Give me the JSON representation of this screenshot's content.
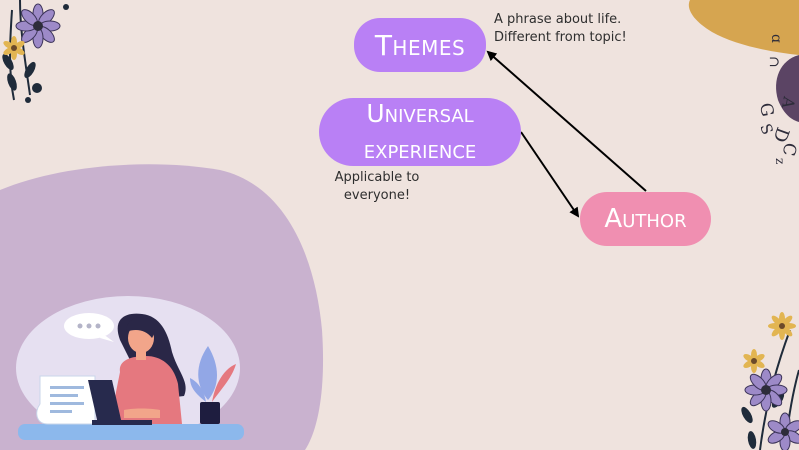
{
  "slide": {
    "colors": {
      "background": "#efe3de",
      "purple_pill": "#b980f5",
      "pink_pill": "#f08fb1",
      "lavender_blob": "#c9b2cf",
      "gold_blob": "#d6a550",
      "arrow": "#000000"
    },
    "themes_pill": {
      "label": "Themes"
    },
    "universal_pill": {
      "line1": "Universal",
      "line2": "experience"
    },
    "author_pill": {
      "label": "Author"
    },
    "notes": {
      "life_line1": "A phrase about life.",
      "life_line2": "Different from topic!",
      "everyone_line1": "Applicable to",
      "everyone_line2": "everyone!"
    },
    "illustration": {
      "subject": "woman-working-at-laptop",
      "icons": [
        "speech-bubble-icon",
        "document-icon",
        "laptop-icon",
        "potted-plant-icon",
        "flower-icon"
      ]
    }
  }
}
